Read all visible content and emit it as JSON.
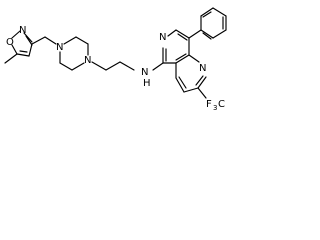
{
  "atoms": {
    "isoxazole_o": "O",
    "isoxazole_n": "N",
    "piperazine_n1": "N",
    "piperazine_n4": "N",
    "amine_n": "N",
    "amine_h": "H",
    "naphthyridine_n6": "N",
    "naphthyridine_n1": "N",
    "cf3_f": "F",
    "cf3_sub": "3",
    "cf3_c": "C"
  }
}
